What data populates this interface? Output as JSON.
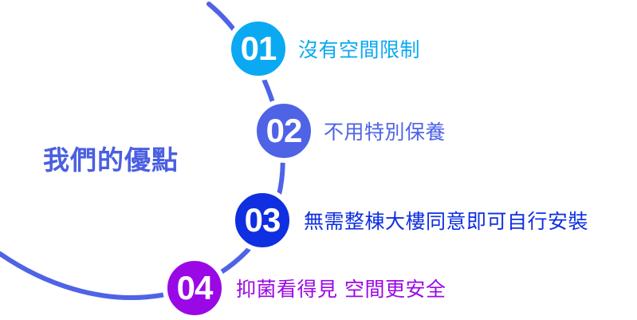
{
  "title": "我們的優點",
  "colors": {
    "arc": "#4f63e6",
    "title": "#4a5fe0"
  },
  "steps": [
    {
      "number": "01",
      "label": "沒有空間限制",
      "color": "#0aa9f2"
    },
    {
      "number": "02",
      "label": "不用特別保養",
      "color": "#4f63e6"
    },
    {
      "number": "03",
      "label": "無需整棟大樓同意即可自行安裝",
      "color": "#0f2fe0"
    },
    {
      "number": "04",
      "label": "抑菌看得見 空間更安全",
      "color": "#9b08e6"
    }
  ]
}
